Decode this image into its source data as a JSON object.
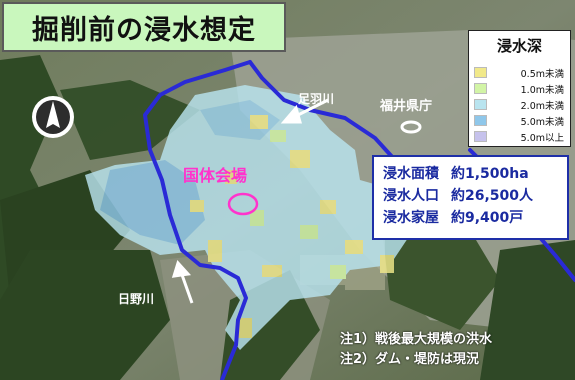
{
  "title": "掘削前の浸水想定",
  "legend": {
    "title": "浸水深",
    "items": [
      {
        "label": "0.5m未満",
        "color": "#f1e98a"
      },
      {
        "label": "1.0m未満",
        "color": "#d2f4a6"
      },
      {
        "label": "2.0m未満",
        "color": "#b9e4ef"
      },
      {
        "label": "5.0m未満",
        "color": "#8fc7ea"
      },
      {
        "label": "5.0m以上",
        "color": "#c6c2ec"
      }
    ]
  },
  "labels": {
    "asuwa_river": "足羽川",
    "prefectural_office": "福井県庁",
    "venue": "国体会場",
    "hino_river": "日野川"
  },
  "stats": [
    {
      "label": "浸水面積",
      "value": "約1,500ha"
    },
    {
      "label": "浸水人口",
      "value": "約26,500人"
    },
    {
      "label": "浸水家屋",
      "value": "約9,400戸"
    }
  ],
  "notes": [
    "注1）戦後最大規模の洪水",
    "注2）ダム・堤防は現況"
  ],
  "colors": {
    "river": "#2a2ad6",
    "stats_text": "#1a2aa0",
    "venue": "#ff33cc",
    "title_bg": "#c9f7bd"
  }
}
